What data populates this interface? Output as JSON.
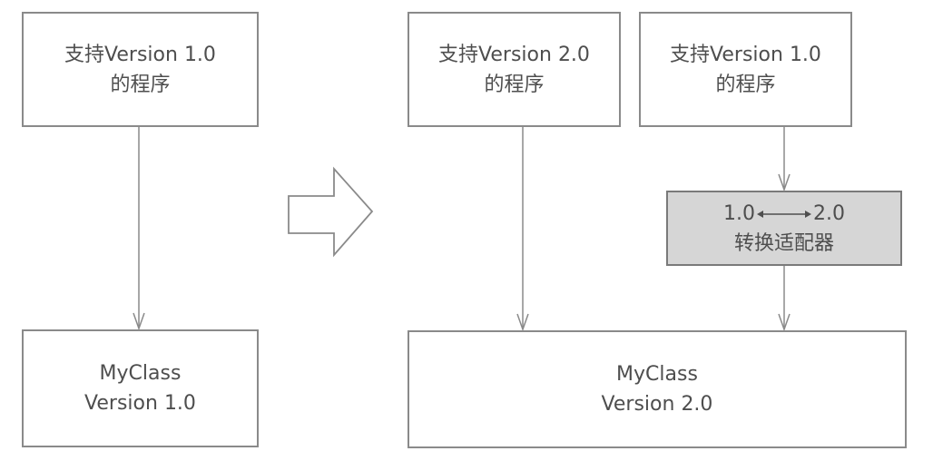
{
  "colors": {
    "stroke": "#8a8a8a",
    "text": "#4e4e4e",
    "adapter_fill": "#d6d6d6",
    "background": "#ffffff"
  },
  "before": {
    "program_box": {
      "line1": "支持Version 1.0",
      "line2": "的程序"
    },
    "class_box": {
      "line1": "MyClass",
      "line2": "Version 1.0"
    }
  },
  "transition_arrow": {
    "icon": "hollow-right-arrow"
  },
  "after": {
    "program_v2_box": {
      "line1": "支持Version 2.0",
      "line2": "的程序"
    },
    "program_v1_box": {
      "line1": "支持Version 1.0",
      "line2": "的程序"
    },
    "adapter_box": {
      "line1_left": "1.0",
      "line1_right": "2.0",
      "line1_arrow": "double-headed-arrow",
      "line2": "转换适配器"
    },
    "class_box": {
      "line1": "MyClass",
      "line2": "Version 2.0"
    }
  }
}
